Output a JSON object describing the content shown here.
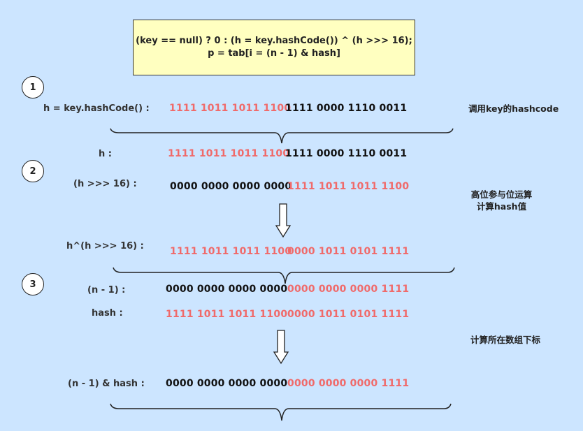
{
  "code": {
    "line1": "(key == null) ? 0 : (h = key.hashCode()) ^ (h >>> 16);",
    "line2": "p = tab[i = (n - 1) & hash]"
  },
  "steps": [
    "1",
    "2",
    "3"
  ],
  "rows": {
    "hashcode": {
      "label": "h = key.hashCode() :",
      "high": "1111 1011 1011 1100",
      "low": "1111 0000 1110 0011"
    },
    "h": {
      "label": "h :",
      "high": "1111 1011 1011 1100",
      "low": "1111 0000 1110 0011"
    },
    "shift": {
      "label": "(h >>> 16) :",
      "high": "0000 0000 0000 0000",
      "low": "1111 1011 1011 1100"
    },
    "xor": {
      "label": "h^(h >>> 16) :",
      "high": "1111 1011 1011 1100",
      "low": "0000 1011 0101 1111"
    },
    "n1": {
      "label": "(n - 1)  :",
      "high": "0000 0000 0000 0000",
      "low": "0000 0000 0000 1111"
    },
    "hash": {
      "label": "hash :",
      "high": "1111 1011 1011 1100",
      "low": "0000 1011 0101 1111"
    },
    "result": {
      "label": "(n - 1) & hash :",
      "high": "0000 0000 0000 0000",
      "low": "0000 0000 0000 1111"
    }
  },
  "notes": {
    "call_hashcode": "调用key的hashcode",
    "mix_line1": "高位参与位运算",
    "mix_line2": "计算hash值",
    "index": "计算所在数组下标"
  },
  "colors": {
    "background": "#cce5ff",
    "code_box": "#ffffc0",
    "highlight_bits": "#f06a6a",
    "normal_bits": "#111111"
  }
}
